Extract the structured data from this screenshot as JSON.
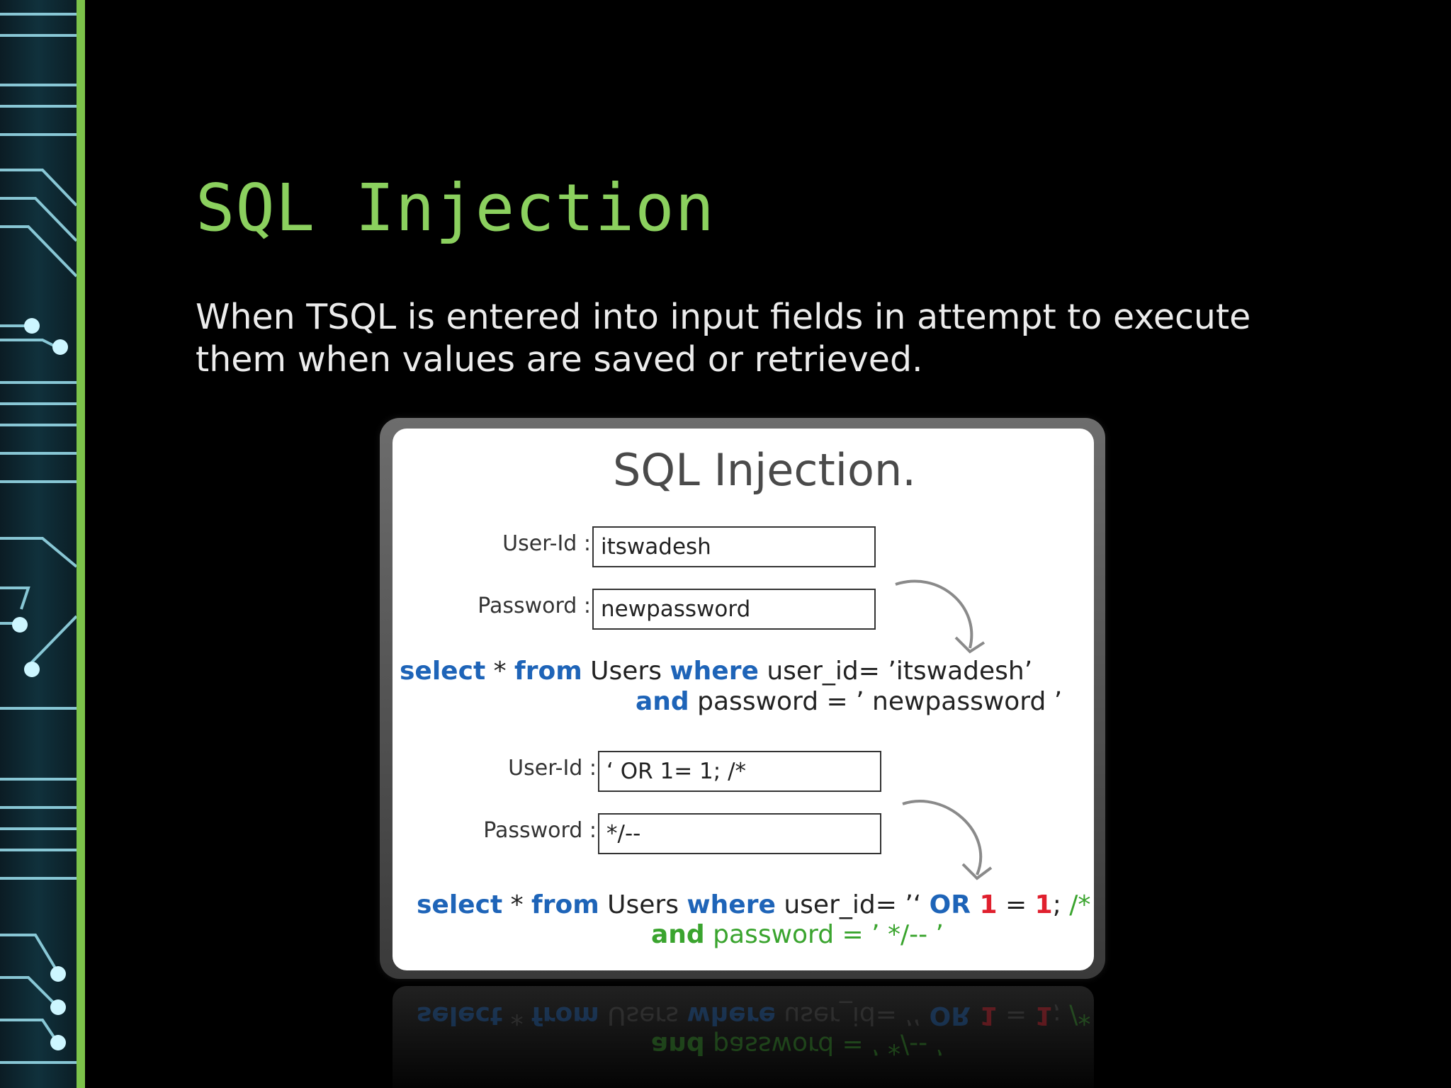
{
  "slide": {
    "title": "SQL Injection",
    "body": "When TSQL is entered into input fields in attempt to execute them when values are saved or retrieved."
  },
  "illustration": {
    "title": "SQL Injection.",
    "example1": {
      "userid_label": "User-Id :",
      "userid_value": "itswadesh",
      "password_label": "Password :",
      "password_value": "newpassword",
      "query_line1": {
        "select": "select",
        "star": " * ",
        "from": "from",
        "users": " Users ",
        "where": "where",
        "rest": " user_id= ’itswadesh’"
      },
      "query_line2": {
        "and": "and",
        "rest": " password = ’ newpassword  ’"
      }
    },
    "example2": {
      "userid_label": "User-Id :",
      "userid_value": "‘ OR 1= 1; /*",
      "password_label": "Password :",
      "password_value": "*/--",
      "query_line1": {
        "select": "select",
        "star": " * ",
        "from": "from",
        "users": " Users ",
        "where": "where",
        "userid": " user_id= ’‘ ",
        "or": "OR",
        "one_a": " 1",
        "eq": " = ",
        "one_b": "1",
        "semi": ";",
        "comment": " /* ’"
      },
      "query_line2": {
        "and": "and",
        "rest": " password = ’ */-- ’"
      }
    }
  },
  "colors": {
    "title_green": "#8bd05e",
    "accent_bar": "#7cc24a",
    "keyword_blue": "#1e64b8",
    "number_red": "#e0202e",
    "comment_green": "#3aa42e"
  }
}
